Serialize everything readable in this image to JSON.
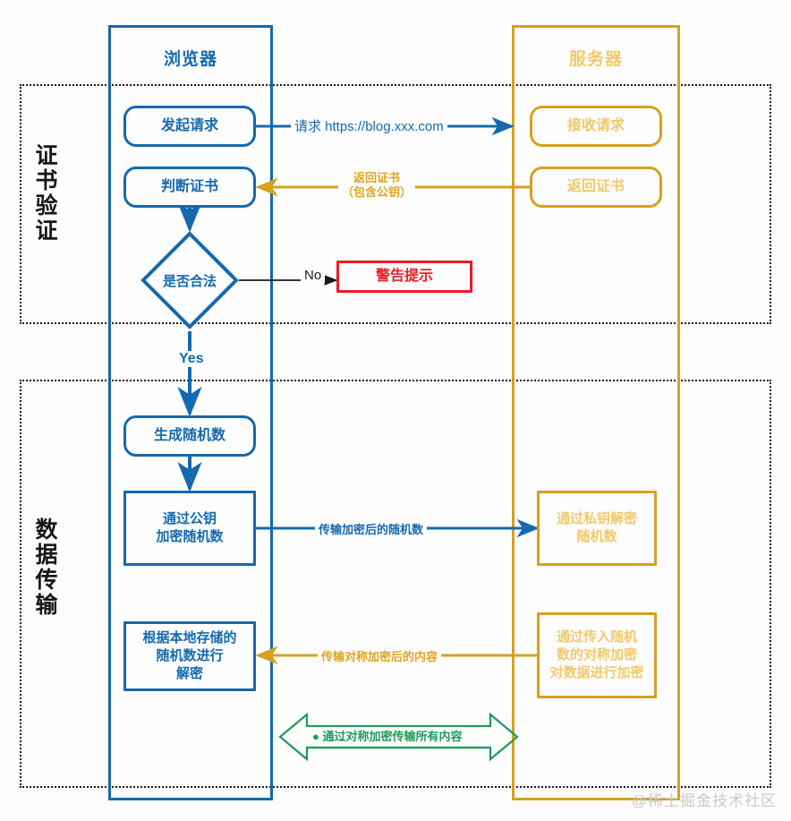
{
  "diagram": {
    "title_browser": "浏览器",
    "title_server": "服务器",
    "watermark": "@稀土掘金技术社区"
  },
  "phases": [
    {
      "id": "cert",
      "label_chars": [
        "证",
        "书",
        "验",
        "证"
      ]
    },
    {
      "id": "data",
      "label_chars": [
        "数",
        "据",
        "传",
        "输"
      ]
    }
  ],
  "nodes": {
    "send_request": "发起请求",
    "judge_cert": "判断证书",
    "receive_request": "接收请求",
    "return_cert": "返回证书",
    "is_valid": "是否合法",
    "warning": "警告提示",
    "gen_random": "生成随机数",
    "encrypt_with_pubkey": "通过公钥\n加密随机数",
    "decrypt_with_privkey": "通过私钥解密\n随机数",
    "local_decrypt": "根据本地存储的\n随机数进行\n解密",
    "symmetric_encrypt": "通过传入随机\n数的对称加密\n对数据进行加密"
  },
  "edges": {
    "request_url": "请求 https://blog.xxx.com",
    "return_cert_label": "返回证书\n（包含公钥）",
    "no": "No",
    "yes": "Yes",
    "transmit_encrypted_random": "传输加密后的随机数",
    "transmit_symmetric_content": "传输对称加密后的内容",
    "symmetric_all": "● 通过对称加密传输所有内容"
  },
  "colors": {
    "browser_blue": "#1569ad",
    "server_gold": "#d6a020",
    "server_gold_light": "#f2c96a",
    "warning_red": "#ee1c25",
    "green": "#1e9b57",
    "black": "#1a1a1a"
  }
}
